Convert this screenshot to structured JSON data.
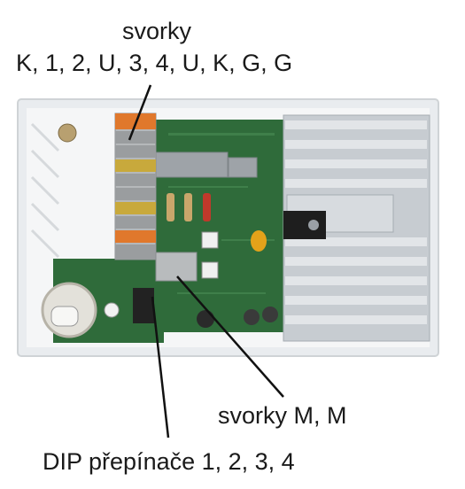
{
  "labels": {
    "terminals_title": "svorky",
    "terminals_list": "K, 1, 2, U, 3, 4, U, K, G, G",
    "terminals_m": "svorky M, M",
    "dip_switches": "DIP přepínače 1, 2, 3, 4"
  },
  "colors": {
    "housing": "#e9ecef",
    "pcb": "#2f6b3a",
    "heatsink": "#c7ccd1",
    "terminal_orange": "#e0782c",
    "terminal_grey": "#9a9d9f",
    "leader_line": "#111111"
  }
}
